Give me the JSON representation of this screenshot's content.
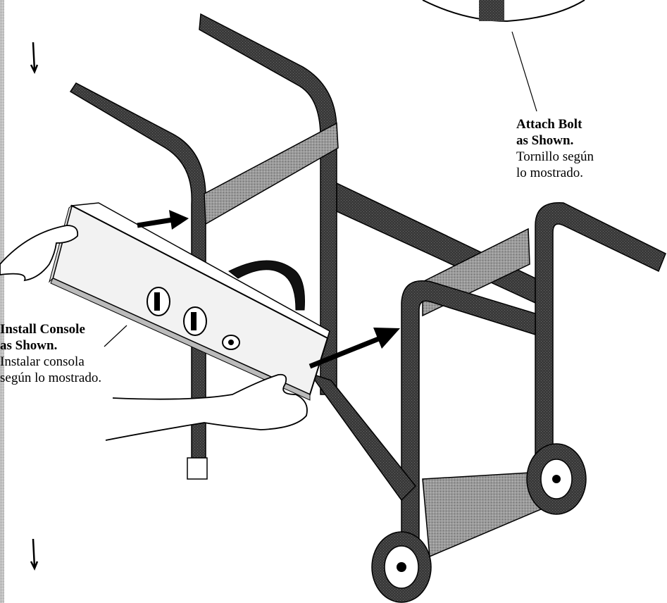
{
  "callouts": {
    "bolt": {
      "title_line1": "Attach Bolt",
      "title_line2": "as Shown.",
      "es_line1": "Tornillo según",
      "es_line2": "lo mostrado."
    },
    "console": {
      "title_line1": "Install Console",
      "title_line2": "as Shown.",
      "es_line1": "Instalar consola",
      "es_line2": "según lo mostrado."
    }
  },
  "colors": {
    "frame": "#2b2b2b",
    "frame_light": "#8a8a8a",
    "console_face": "#f2f2f2",
    "ink": "#000000"
  }
}
